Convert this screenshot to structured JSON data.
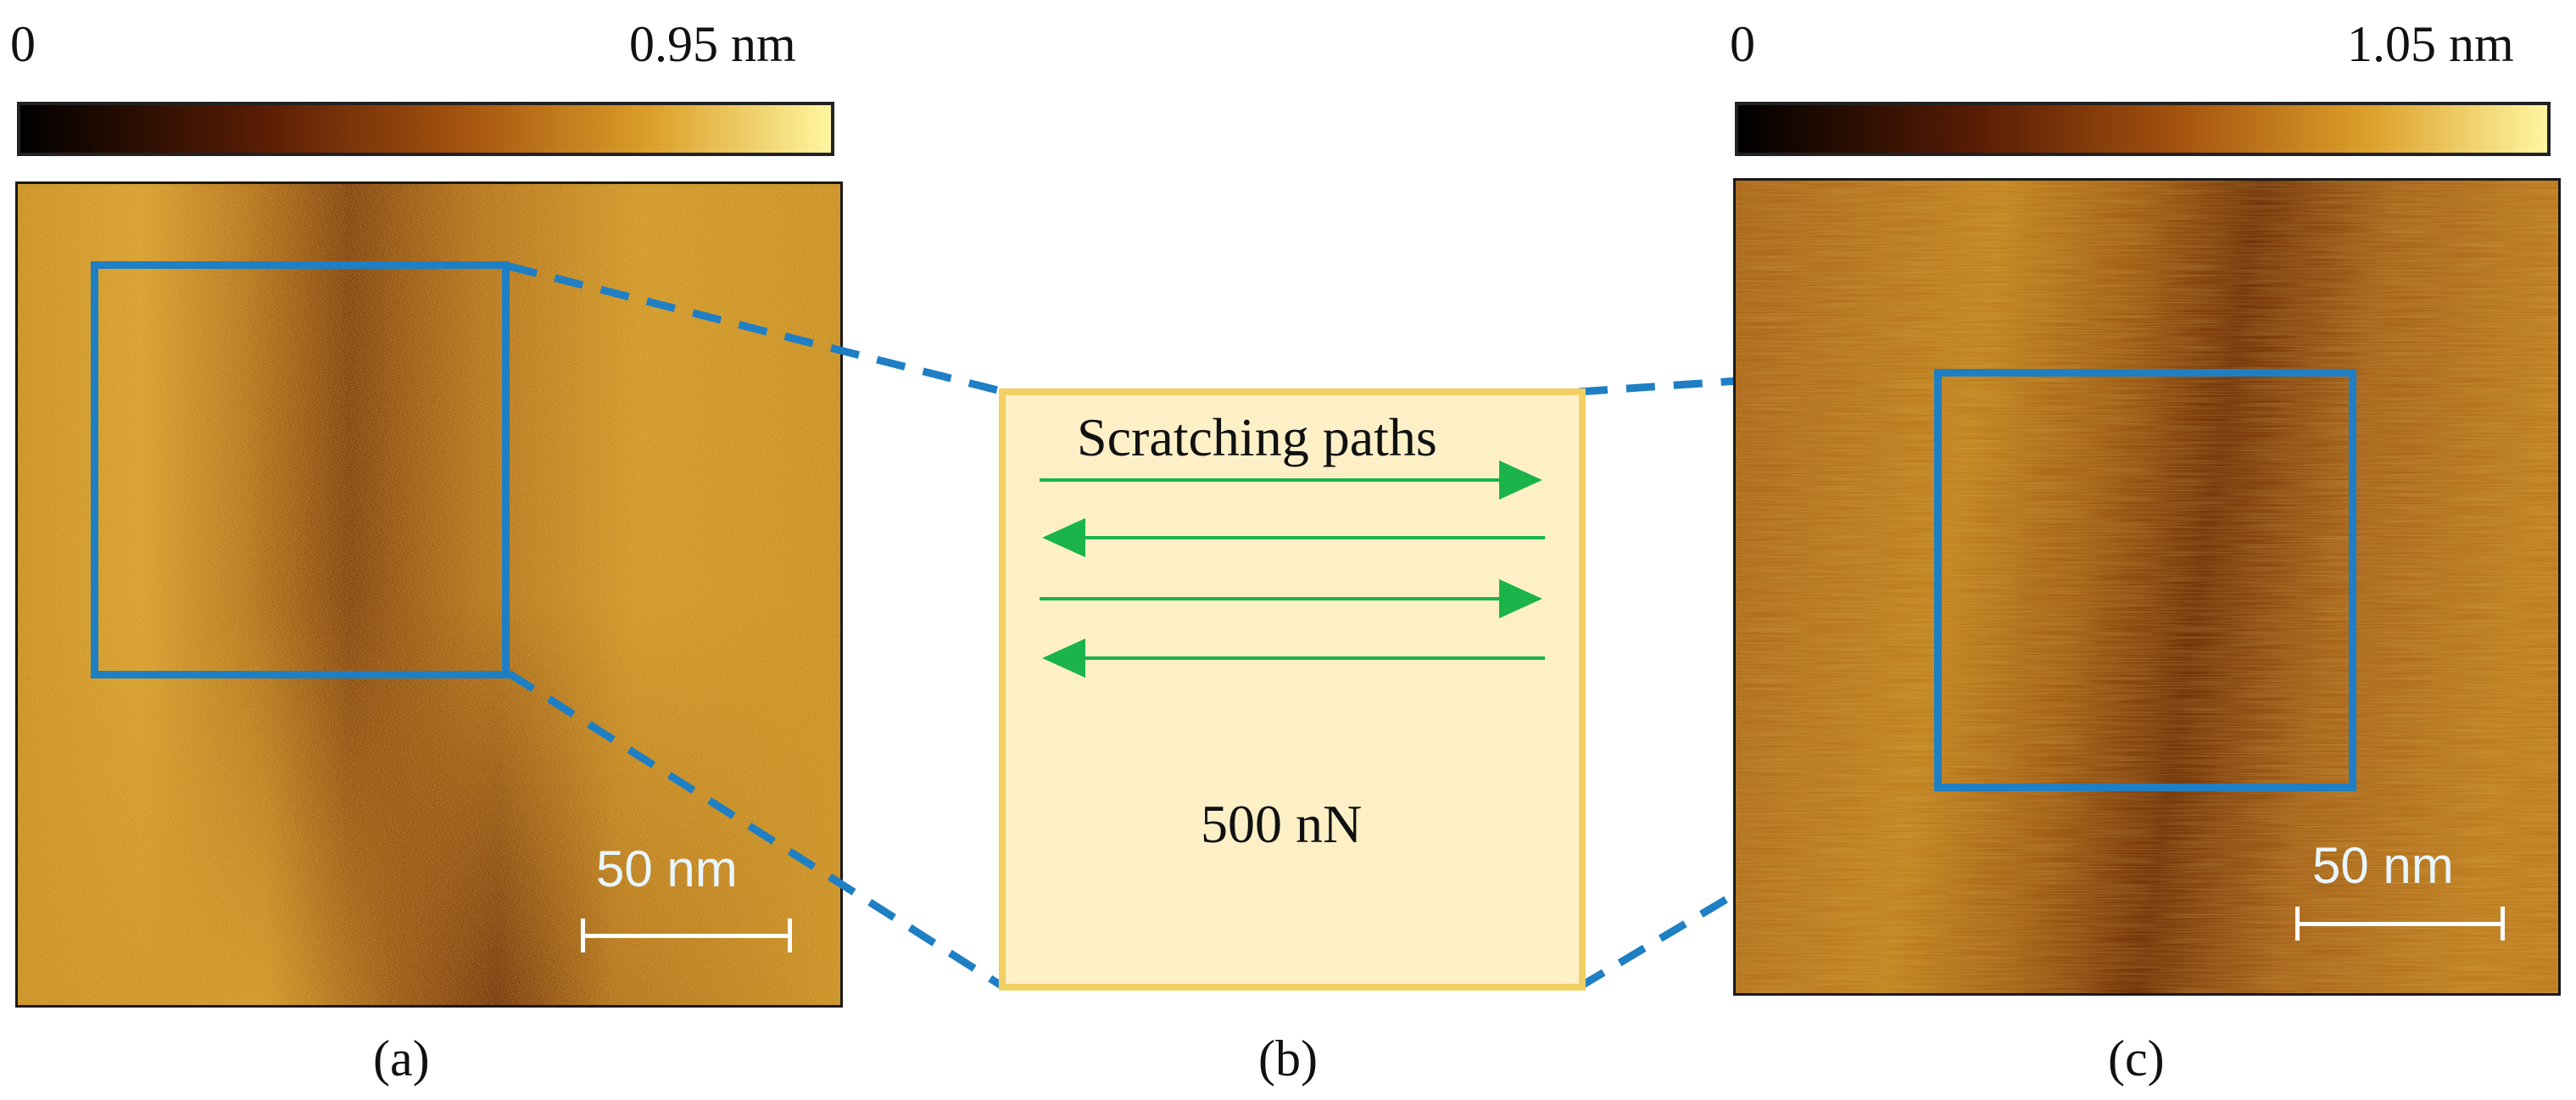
{
  "panel_a": {
    "colorbar_min": "0",
    "colorbar_max": "0.95 nm",
    "scale_label": "50 nm",
    "caption": "(a)"
  },
  "panel_b": {
    "title": "Scratching paths",
    "load": "500 nN",
    "caption": "(b)",
    "arrow_directions": [
      "right",
      "left",
      "right",
      "left"
    ]
  },
  "panel_c": {
    "colorbar_min": "0",
    "colorbar_max": "1.05 nm",
    "scale_label": "50 nm",
    "caption": "(c)"
  },
  "colors": {
    "highlight_box": "#1f7fc4",
    "connector": "#1f7fc4",
    "arrow": "#1ab44a",
    "panel_b_fill": "#fdf0c7",
    "panel_b_border": "#f2cf62",
    "colormap": [
      "#000000",
      "#5a1d05",
      "#a6540f",
      "#dca02a",
      "#fff6a0"
    ]
  }
}
